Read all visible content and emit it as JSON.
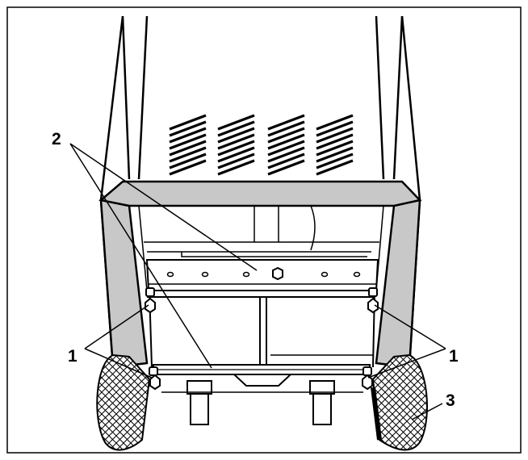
{
  "figure": {
    "callouts": {
      "one_left": "1",
      "one_right": "1",
      "two": "2",
      "three": "3"
    },
    "colors": {
      "line": "#000000",
      "panel_gray": "#c8c8c8",
      "background": "#ffffff"
    },
    "icons": [
      "knob-icon",
      "wheel-icon",
      "vent-icon"
    ]
  }
}
